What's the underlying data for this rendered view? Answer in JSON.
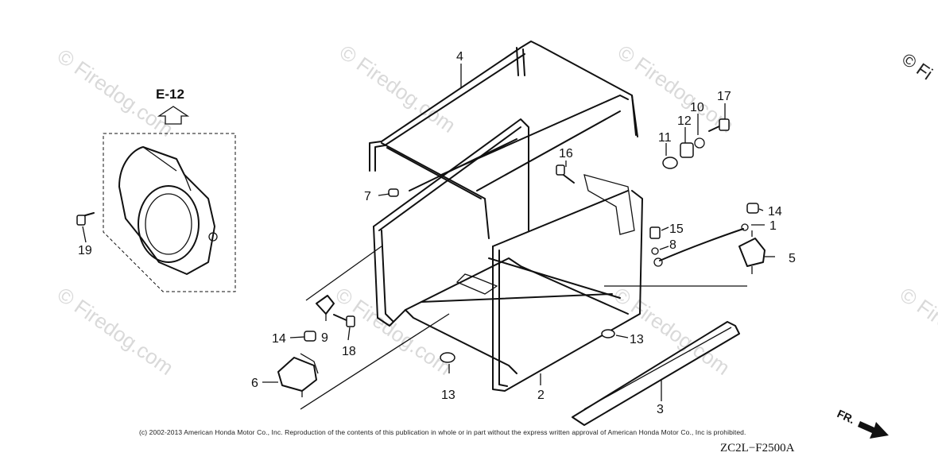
{
  "diagram": {
    "reference": "E-12",
    "drawing_code": "ZC2L−F2500A",
    "direction_label": "FR.",
    "copyright": "(c) 2002-2013 American Honda Motor Co., Inc. Reproduction of the contents of this publication in whole or in part without the express written approval of American Honda Motor Co., Inc is prohibited.",
    "watermark": "© Firedog.com",
    "watermark_edge": "© Fi",
    "callouts": [
      "1",
      "2",
      "3",
      "4",
      "5",
      "6",
      "7",
      "8",
      "9",
      "10",
      "11",
      "12",
      "13",
      "13",
      "14",
      "14",
      "15",
      "16",
      "17",
      "18",
      "19"
    ]
  }
}
